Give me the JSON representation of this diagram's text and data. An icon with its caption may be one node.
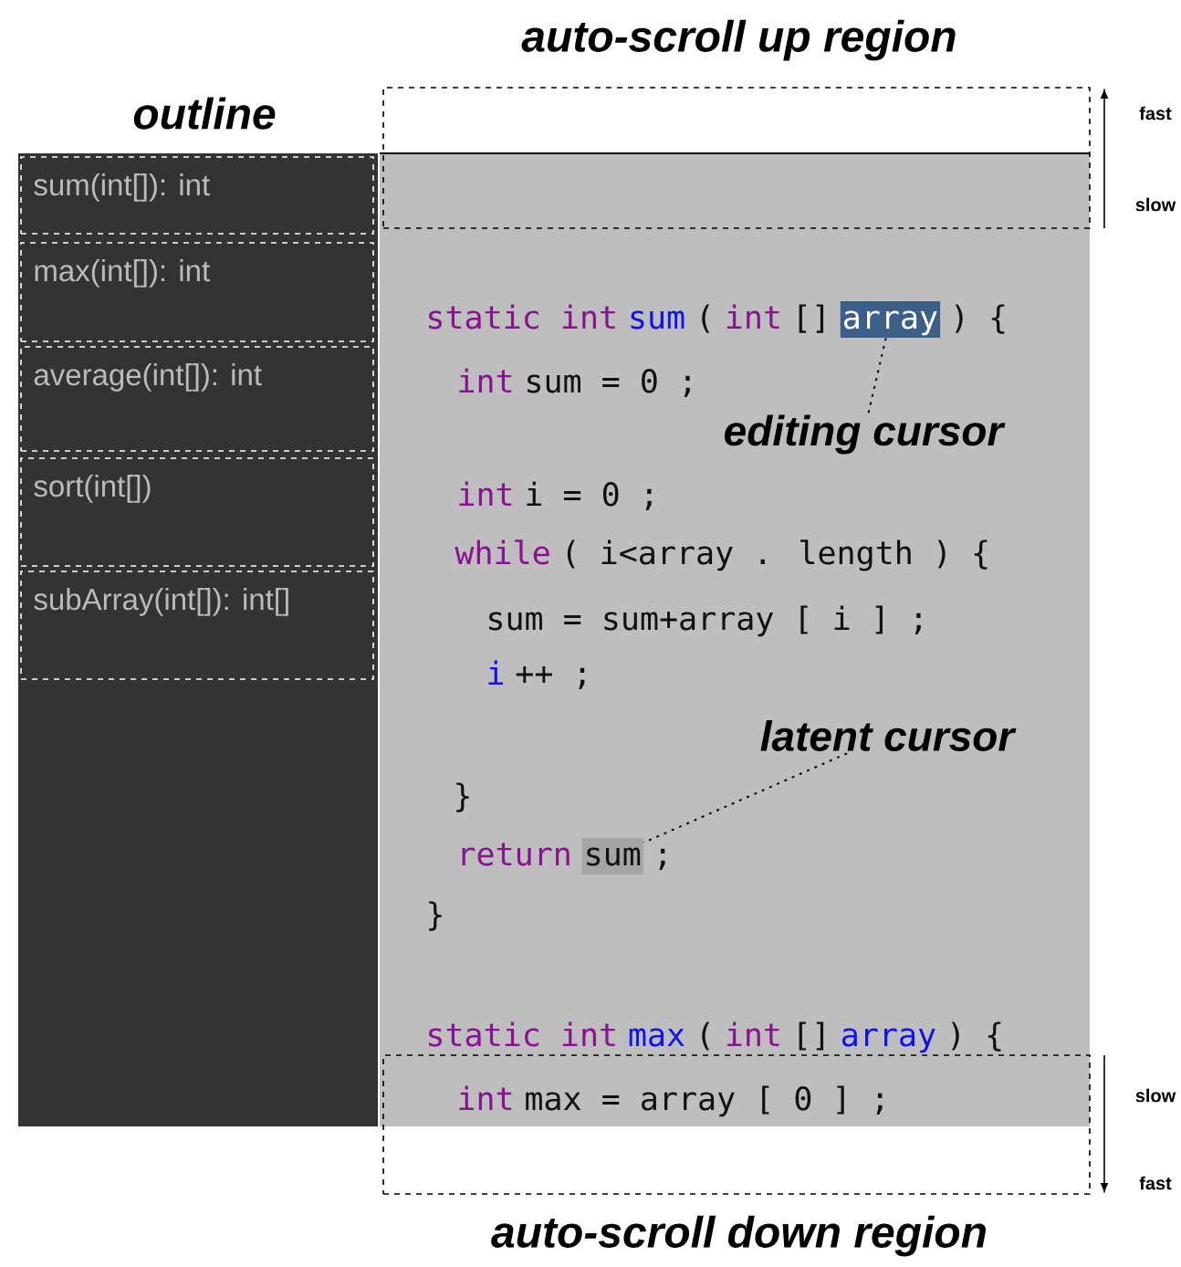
{
  "diagram": {
    "nodes": [
      {
        "text": [
          "auto-scroll up region"
        ]
      },
      {
        "text": [
          "outline"
        ]
      },
      {
        "text": [
          "sum(int[]): int"
        ],
        "in": 1
      },
      {
        "text": [
          "max(int[]): int"
        ],
        "in": 1
      },
      {
        "text": [
          "average(int[]): int"
        ],
        "in": 1
      },
      {
        "text": [
          "sort(int[])"
        ],
        "in": 1
      },
      {
        "text": [
          "subArray(int[]): int[]"
        ],
        "in": 1
      },
      {
        "text": [
          "array"
        ]
      },
      {
        "text": [
          "editing cursor"
        ]
      },
      {
        "text": [
          "latent cursor"
        ]
      },
      {
        "text": [
          "sum"
        ]
      },
      {
        "text": [
          "auto-scroll down region"
        ]
      }
    ],
    "edges": [
      {
        "from": 8,
        "to": 7,
        "arrow": "none",
        "style": "dashed"
      },
      {
        "from": 9,
        "to": 10,
        "arrow": "none",
        "style": "dashed"
      }
    ],
    "labels": [
      "fast",
      "slow",
      "static int",
      "sum",
      "(",
      "int",
      "[]",
      ") {",
      "int",
      "sum = 0 ;",
      "int",
      "i = 0 ;",
      "while",
      "( i<array . length ) {",
      "sum = sum+array [ i ] ;",
      "i",
      "++ ;",
      "}",
      "return",
      ";",
      "}",
      "static int",
      "max",
      "(",
      "int",
      "[]",
      "array",
      ") {",
      "int",
      "max = array [ 0 ] ;",
      "slow",
      "fast"
    ]
  }
}
